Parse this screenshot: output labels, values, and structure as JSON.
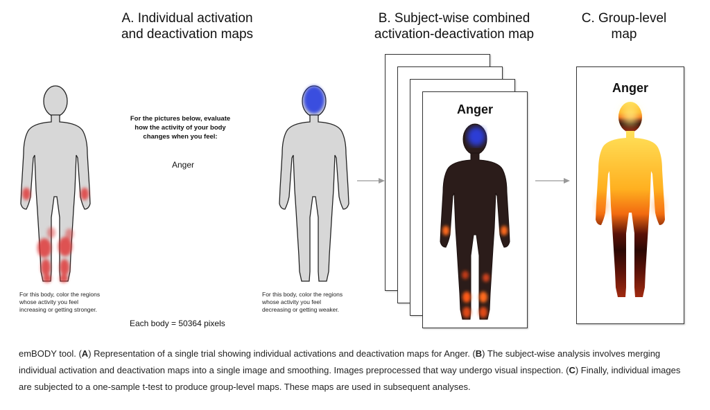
{
  "panels": {
    "a": {
      "heading_line1": "A.  Individual activation",
      "heading_line2": "and deactivation maps"
    },
    "b": {
      "heading_line1": "B. Subject-wise combined",
      "heading_line2": "activation-deactivation map"
    },
    "c": {
      "heading_line1": "C. Group-level",
      "heading_line2": "map"
    }
  },
  "instructions": {
    "line1": "For the pictures below, evaluate",
    "line2": "how the activity of your body",
    "line3": "changes when you feel:",
    "emotion": "Anger"
  },
  "body_left_note": {
    "line1": "For this body, color the regions",
    "line2": "whose activity you feel",
    "line3": "increasing or getting stronger."
  },
  "body_right_note": {
    "line1": "For this body, color the regions",
    "line2": "whose activity you feel",
    "line3": "decreasing or getting weaker."
  },
  "pixel_count": "Each body = 50364 pixels",
  "map_label": "Anger",
  "colors": {
    "activation": "#e03030",
    "deactivation": "#2a3fe0",
    "body_fill": "#d7d7d7",
    "body_stroke": "#222222",
    "dark_body": "#2b1c1a"
  },
  "caption": {
    "p1": "emBODY tool. (",
    "a": "A",
    "p2": ") Representation of a single trial showing individual activations and deactivation maps for Anger. (",
    "b": "B",
    "p3": ") The subject-wise analysis involves merging individual activation and deactivation maps into a single image and smoothing. Images preprocessed that way undergo visual inspection. (",
    "c": "C",
    "p4": ") Finally, individual images are subjected to a one-sample t-test to produce group-level maps. These maps are used in subsequent analyses."
  }
}
